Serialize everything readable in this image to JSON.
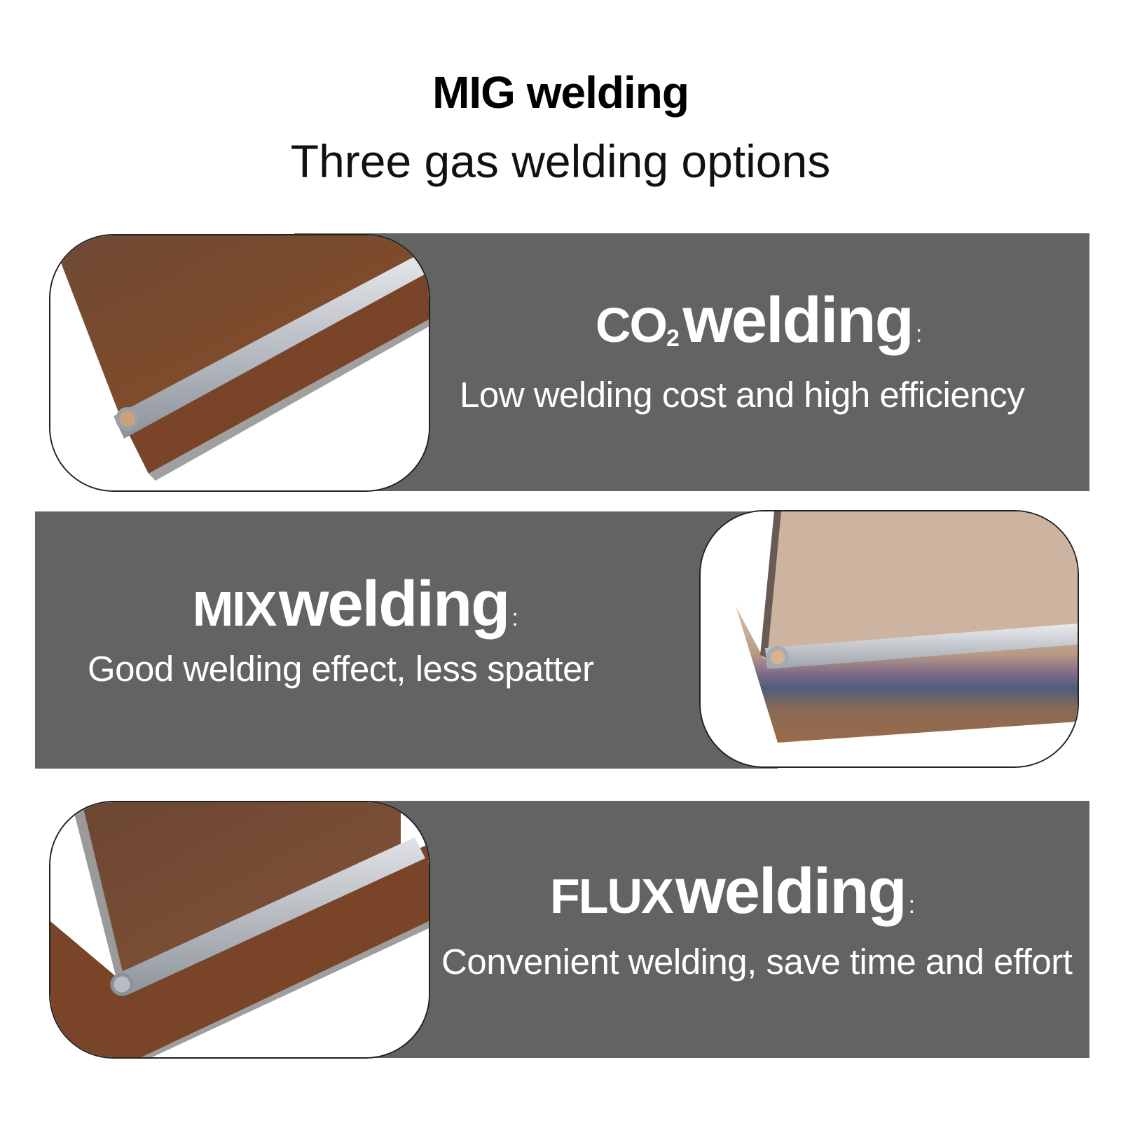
{
  "title": "MIG welding",
  "subtitle": "Three gas welding options",
  "options": [
    {
      "prefix": "CO",
      "subscript": "2",
      "label": "welding",
      "colon": ":",
      "description": "Low welding cost and high efficiency"
    },
    {
      "prefix": "MIX",
      "label": "welding",
      "colon": ":",
      "description": "Good welding effect, less spatter"
    },
    {
      "prefix": "FLUX",
      "label": "welding",
      "colon": ":",
      "description": "Convenient welding, save time and effort"
    }
  ],
  "colors": {
    "band": "#636363",
    "rust": "#7a4a2e",
    "weld": "#c9ccd1"
  }
}
